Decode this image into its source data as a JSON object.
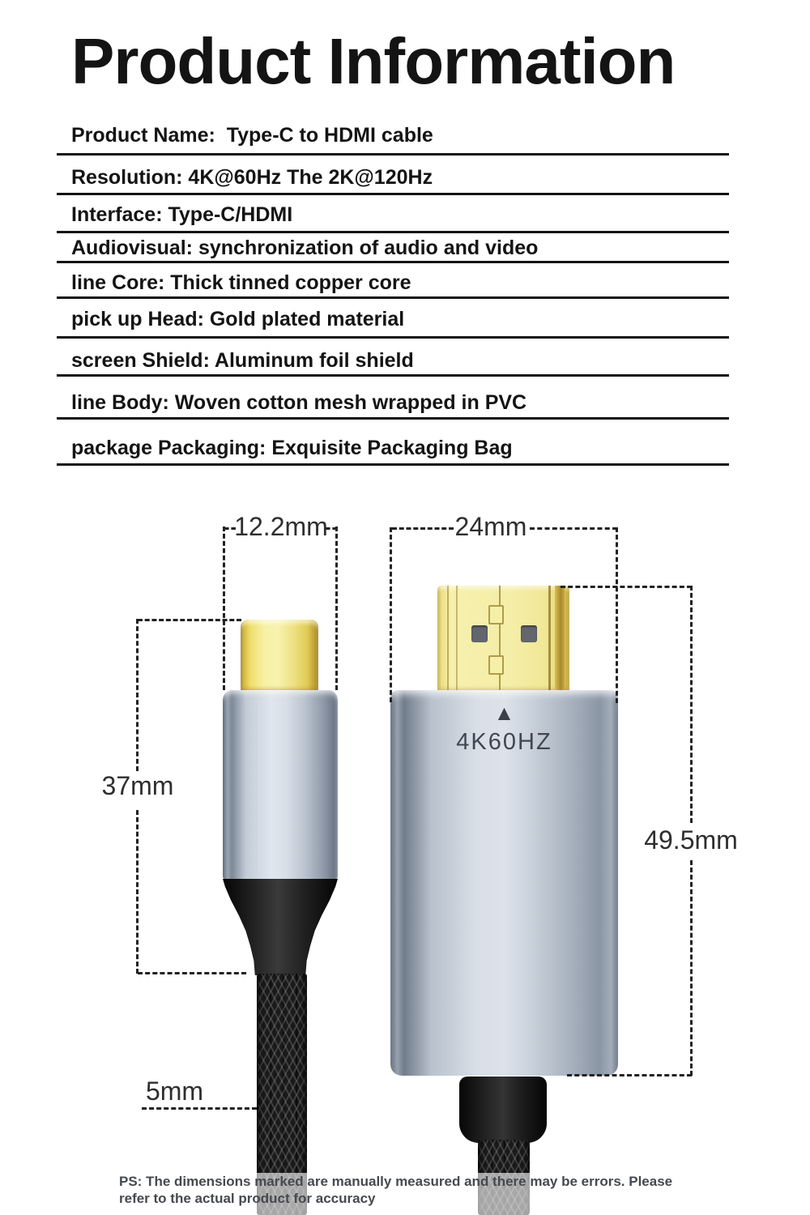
{
  "title": "Product Information",
  "specs": [
    "Product Name:  Type-C to HDMI cable",
    "Resolution: 4K@60Hz The 2K@120Hz",
    "Interface: Type-C/HDMI",
    "Audiovisual: synchronization of audio and video",
    "line Core: Thick tinned copper core",
    "pick up Head: Gold plated material",
    "screen Shield: Aluminum foil shield",
    "line Body: Woven cotton mesh wrapped in PVC",
    "package Packaging: Exquisite Packaging Bag"
  ],
  "diagram": {
    "typec_width": "12.2mm",
    "hdmi_width": "24mm",
    "typec_length": "37mm",
    "hdmi_length": "49.5mm",
    "cable_diameter": "5mm",
    "hdmi_marking": "4K60HZ",
    "hdmi_direction_icon": "▲"
  },
  "footer": {
    "lines": [
      "PS: The dimensions marked are manually measured and there may be errors. Please",
      "refer to the actual product for accuracy"
    ]
  },
  "colors": {
    "dash": "#222222",
    "text": "#141414",
    "dim_label": "#2e2e2e",
    "gold_pale": "#f5efa9",
    "cable_black": "#1a1a1a",
    "marking": "#414751",
    "footer_text": "#46494e"
  }
}
